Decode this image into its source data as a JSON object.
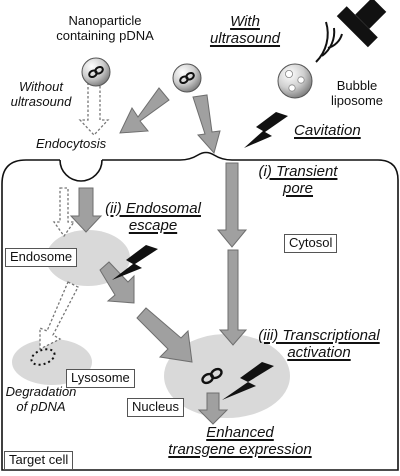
{
  "labels": {
    "nanoparticle": [
      "Nanoparticle",
      "containing pDNA"
    ],
    "with_ultrasound": [
      "With",
      "ultrasound"
    ],
    "bubble_liposome": [
      "Bubble",
      "liposome"
    ],
    "without_ultrasound": [
      "Without",
      "ultrasound"
    ],
    "endocytosis": "Endocytosis",
    "cavitation": "Cavitation",
    "transient_pore": [
      "(i) Transient",
      "pore"
    ],
    "endosomal_escape": [
      "(ii) Endosomal",
      "escape"
    ],
    "cytosol": "Cytosol",
    "endosome": "Endosome",
    "transcriptional_activation": [
      "(iii) Transcriptional",
      "activation"
    ],
    "lysosome": "Lysosome",
    "degradation": [
      "Degradation",
      "of pDNA"
    ],
    "nucleus": "Nucleus",
    "enhanced": [
      "Enhanced",
      "transgene expression"
    ],
    "target_cell": "Target cell"
  },
  "colors": {
    "arrow_fill": "#a0a0a0",
    "arrow_stroke": "#6e6e6e",
    "organelle_fill": "#d9d9d9",
    "cell_stroke": "#111111",
    "lightning": "#111111"
  },
  "icons": {
    "transducer": "ultrasound-transducer-icon",
    "waves": "ultrasound-waves-icon",
    "lightning": "lightning-bolt-icon",
    "pdna": "plasmid-dna-icon"
  }
}
